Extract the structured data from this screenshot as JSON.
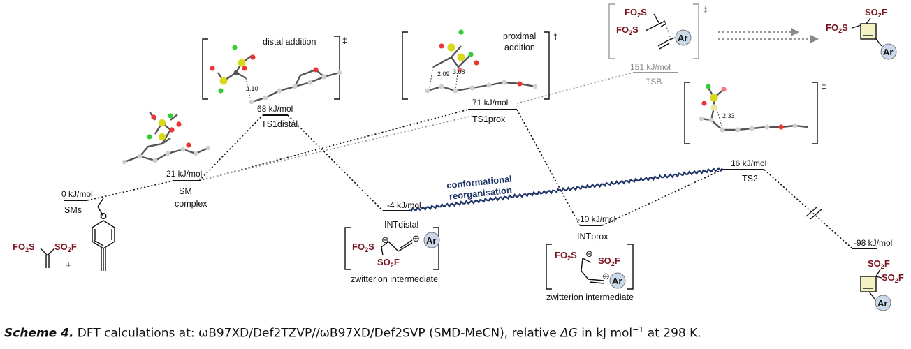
{
  "levels": {
    "sms": {
      "value": "0 kJ/mol",
      "name": "SMs"
    },
    "smc": {
      "value": "21 kJ/mol",
      "name1": "SM",
      "name2": "complex"
    },
    "ts1d": {
      "value": "68 kJ/mol",
      "name": "TS1distal"
    },
    "intd": {
      "value": "-4 kJ/mol",
      "name": "INTdistal"
    },
    "ts1p": {
      "value": "71 kJ/mol",
      "name": "TS1prox"
    },
    "intp": {
      "value": "-10 kJ/mol",
      "name": "INTprox"
    },
    "ts2": {
      "value": "16 kJ/mol",
      "name": "TS2"
    },
    "prod": {
      "value": "-98 kJ/mol"
    },
    "tsb": {
      "value": "151 kJ/mol",
      "name": "TSB"
    }
  },
  "labels": {
    "distal_addition": "distal addition",
    "proximal": "proximal",
    "addition": "addition",
    "conformational": "conformational",
    "reorganisation": "reorganisation",
    "zwitterion": "zwitterion intermediate",
    "dagger": "‡",
    "plus": "+",
    "ar": "Ar",
    "minus": "⊖",
    "plus_circle": "⊕",
    "fo2s": "FO",
    "so2f": "SO",
    "sub2": "2",
    "s": "S",
    "f": "F"
  },
  "distances": {
    "d1": "2.10",
    "d2": "2.09",
    "d3": "3.08",
    "d4": "2.33"
  },
  "caption": {
    "lead": "Scheme 4.",
    "text": " DFT calculations at: ωB97XD/Def2TZVP//ωB97XD/Def2SVP (SMD-MeCN), relative ",
    "delta": "ΔG",
    "text2": " in kJ mol",
    "sup": "−1",
    "text3": " at 298 K."
  },
  "colors": {
    "path": "#111111",
    "gray": "#9a9a9a",
    "wavy": "#1f3566",
    "chem": "#7a1420",
    "ar_fill": "#c9d9ea",
    "box_fill": "#f2f2c4"
  }
}
